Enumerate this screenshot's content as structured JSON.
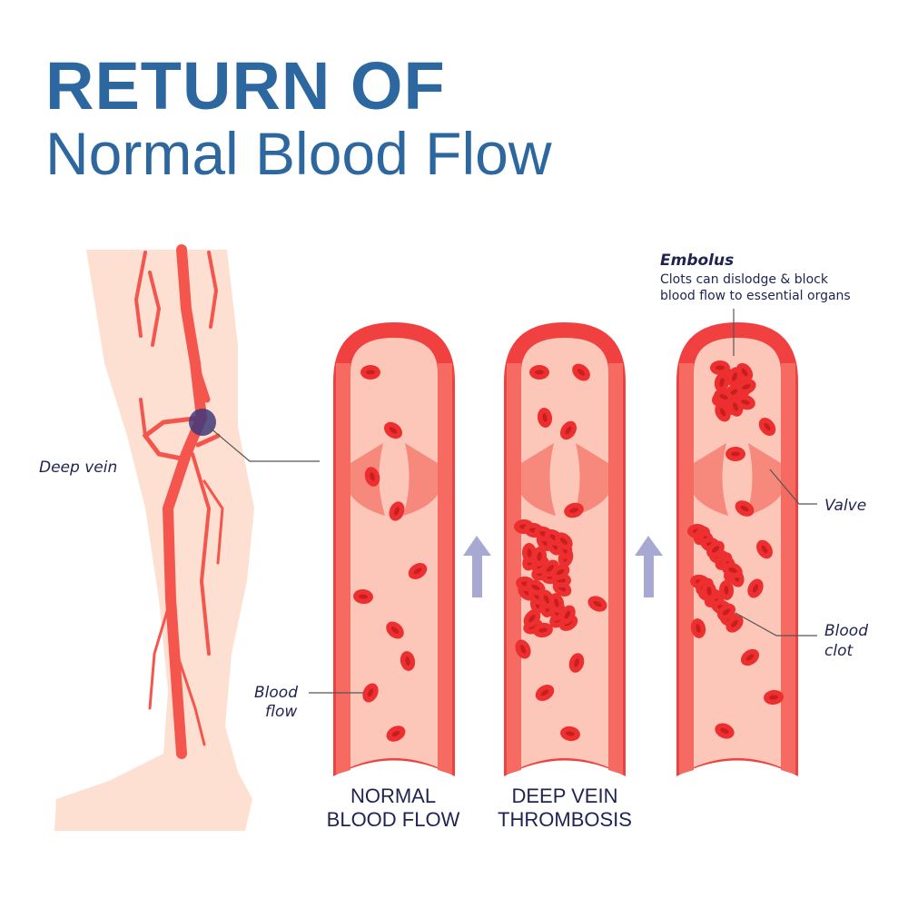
{
  "title": {
    "line1": "RETURN OF",
    "line2": "Normal Blood Flow"
  },
  "labels": {
    "deep_vein": "Deep vein",
    "embolus_title": "Embolus",
    "embolus_line1": "Clots can dislodge & block",
    "embolus_line2": "blood flow to essential organs",
    "valve": "Valve",
    "blood_clot_1": "Blood",
    "blood_clot_2": "clot",
    "blood_flow_1": "Blood",
    "blood_flow_2": "flow"
  },
  "captions": {
    "normal_1": "NORMAL",
    "normal_2": "BLOOD FLOW",
    "dvt_1": "DEEP VEIN",
    "dvt_2": "THROMBOSIS"
  },
  "colors": {
    "title": "#2d67a0",
    "vessel": "#f0403f",
    "wall": "#f56b62",
    "lumen": "#fcc6b9",
    "cell": "#ee2f30",
    "skin": "#fde0d1",
    "arrow": "#a8a9d2"
  }
}
